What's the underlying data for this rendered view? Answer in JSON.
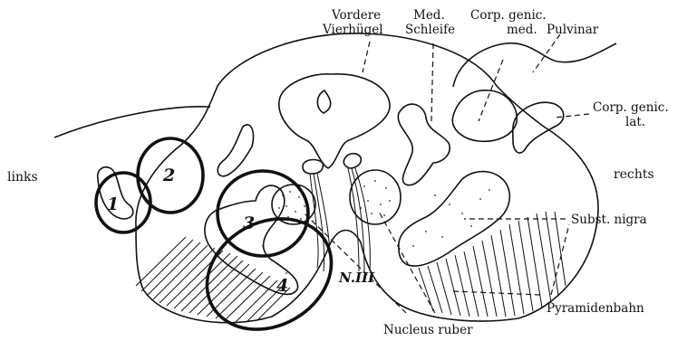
{
  "labels": {
    "vordere_line1": "Vordere",
    "vordere_line2": "Vierhügel",
    "med_line1": "Med.",
    "med_line2": "Schleife",
    "corp_gen_med_line1": "Corp. genic.",
    "corp_gen_med_line2": "med.",
    "pulvinar": "Pulvinar",
    "corp_gen_lat_line1": "Corp. genic.",
    "corp_gen_lat_line2": "lat.",
    "links": "links",
    "rechts": "rechts",
    "subst_nigra": "Subst. nigra",
    "pyramidenbahn": "Pyramidenbahn",
    "nucleus_ruber": "Nucleus ruber",
    "n_iii": "N.III"
  },
  "lesions": [
    "1",
    "2",
    "3",
    "4"
  ]
}
